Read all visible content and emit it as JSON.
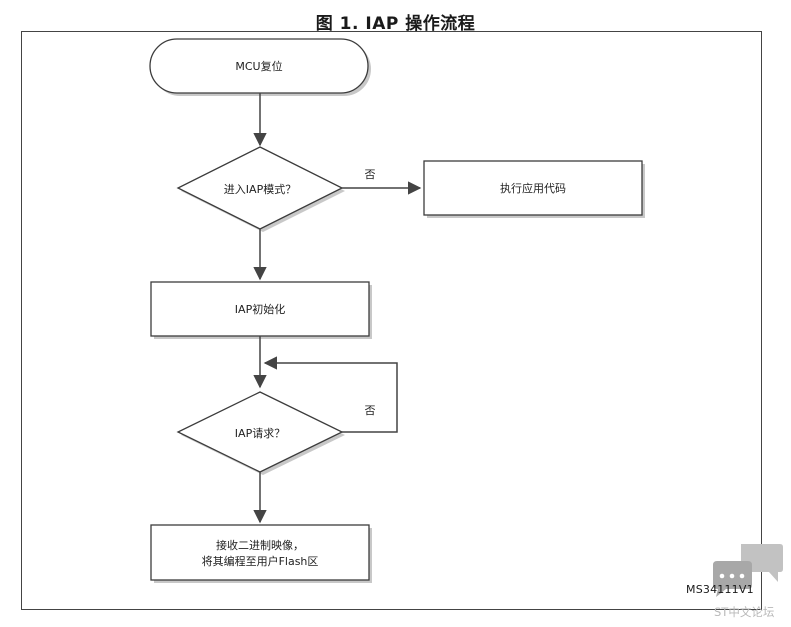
{
  "title": "图 1. IAP 操作流程",
  "nodes": {
    "reset": "MCU复位",
    "enter_iap": "进入IAP模式？",
    "run_app": "执行应用代码",
    "iap_init": "IAP初始化",
    "iap_request": "IAP请求？",
    "receive_line1": "接收二进制映像，",
    "receive_line2": "将其编程至用户Flash区"
  },
  "edges": {
    "no_label_1": "否",
    "no_label_2": "否"
  },
  "figure_ref": "MS34111V1",
  "watermark": {
    "text": "ST中文论坛",
    "icon": "chat-bubbles-icon"
  },
  "colors": {
    "node_fill": "#ffffff",
    "node_stroke": "#3c3c3c",
    "arrow": "#444444",
    "shadow": "#c8c8c8",
    "watermark": "#b9b9b9"
  }
}
